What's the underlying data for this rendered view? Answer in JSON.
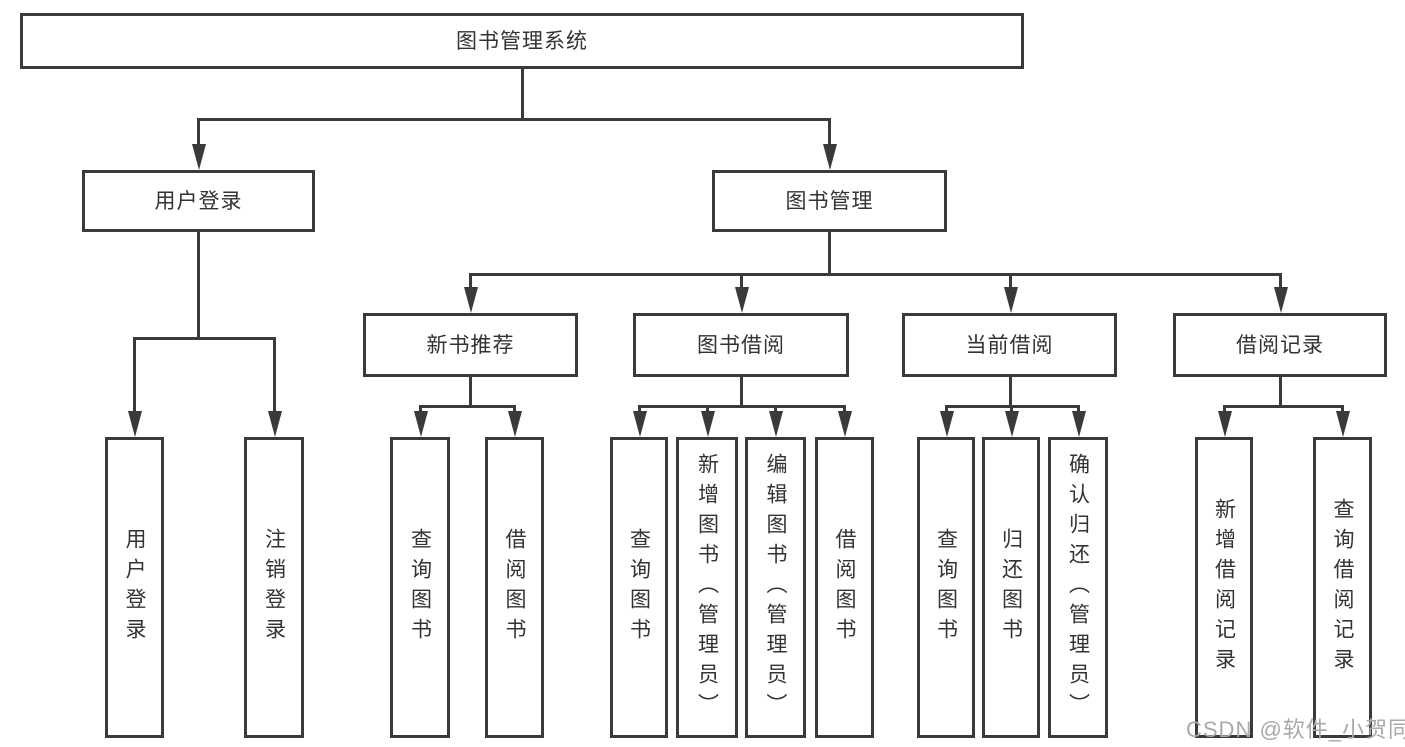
{
  "tree": {
    "root": "图书管理系统",
    "children": [
      {
        "label": "用户登录",
        "children": [
          "用户登录",
          "注销登录"
        ]
      },
      {
        "label": "图书管理",
        "children": [
          {
            "label": "新书推荐",
            "children": [
              "查询图书",
              "借阅图书"
            ]
          },
          {
            "label": "图书借阅",
            "children": [
              "查询图书",
              "新增图书（管理员）",
              "编辑图书（管理员）",
              "借阅图书"
            ]
          },
          {
            "label": "当前借阅",
            "children": [
              "查询图书",
              "归还图书",
              "确认归还（管理员）"
            ]
          },
          {
            "label": "借阅记录",
            "children": [
              "新增借阅记录",
              "查询借阅记录"
            ]
          }
        ]
      }
    ]
  },
  "watermark": {
    "text": "CSDN @软件_小贺同学"
  },
  "colors": {
    "line": "#3a3a3a",
    "text": "#333333",
    "watermark": "#a9a9a9",
    "background": "#ffffff"
  }
}
